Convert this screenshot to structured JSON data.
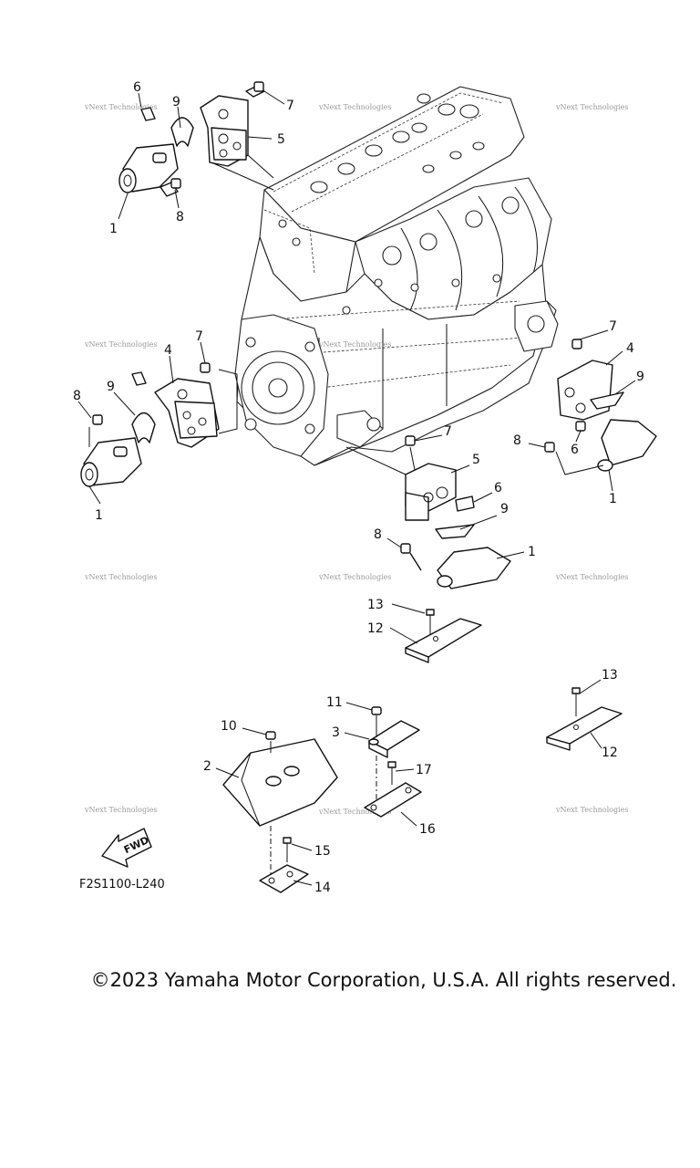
{
  "diagram": {
    "diagram_code": "F2S1100-L240",
    "fwd_label": "FWD",
    "watermark_text": "vNext Technologies",
    "copyright": "©2023 Yamaha Motor Corporation, U.S.A. All rights reserved.",
    "callouts": [
      {
        "id": "c6a",
        "label": "6"
      },
      {
        "id": "c9a",
        "label": "9"
      },
      {
        "id": "c7a",
        "label": "7"
      },
      {
        "id": "c5a",
        "label": "5"
      },
      {
        "id": "c1a",
        "label": "1"
      },
      {
        "id": "c8a",
        "label": "8"
      },
      {
        "id": "c7b",
        "label": "7"
      },
      {
        "id": "c4a",
        "label": "4"
      },
      {
        "id": "c8b",
        "label": "8"
      },
      {
        "id": "c9b",
        "label": "9"
      },
      {
        "id": "c1b",
        "label": "1"
      },
      {
        "id": "c7c",
        "label": "7"
      },
      {
        "id": "c4b",
        "label": "4"
      },
      {
        "id": "c9c",
        "label": "9"
      },
      {
        "id": "c8c",
        "label": "8"
      },
      {
        "id": "c6b",
        "label": "6"
      },
      {
        "id": "c1c",
        "label": "1"
      },
      {
        "id": "c7d",
        "label": "7"
      },
      {
        "id": "c5b",
        "label": "5"
      },
      {
        "id": "c6c",
        "label": "6"
      },
      {
        "id": "c9d",
        "label": "9"
      },
      {
        "id": "c8d",
        "label": "8"
      },
      {
        "id": "c1d",
        "label": "1"
      },
      {
        "id": "c13a",
        "label": "13"
      },
      {
        "id": "c12a",
        "label": "12"
      },
      {
        "id": "c11",
        "label": "11"
      },
      {
        "id": "c10",
        "label": "10"
      },
      {
        "id": "c3",
        "label": "3"
      },
      {
        "id": "c2",
        "label": "2"
      },
      {
        "id": "c17",
        "label": "17"
      },
      {
        "id": "c16",
        "label": "16"
      },
      {
        "id": "c15",
        "label": "15"
      },
      {
        "id": "c14",
        "label": "14"
      },
      {
        "id": "c13b",
        "label": "13"
      },
      {
        "id": "c12b",
        "label": "12"
      }
    ]
  }
}
